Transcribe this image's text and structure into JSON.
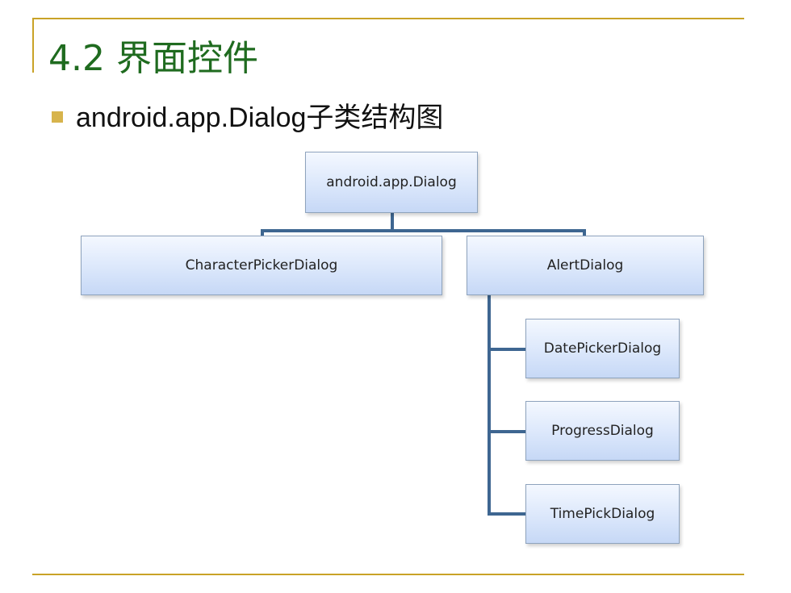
{
  "slide": {
    "title": "4.2 界面控件",
    "bullet": "android.app.Dialog子类结构图"
  },
  "diagram": {
    "root": "android.app.Dialog",
    "children": [
      "CharacterPickerDialog",
      "AlertDialog"
    ],
    "alert_children": [
      "DatePickerDialog",
      "ProgressDialog",
      "TimePickDialog"
    ]
  },
  "colors": {
    "accent_line": "#c9a227",
    "title": "#1f6b1f",
    "bullet": "#d7b44c",
    "connector": "#3e6691"
  }
}
